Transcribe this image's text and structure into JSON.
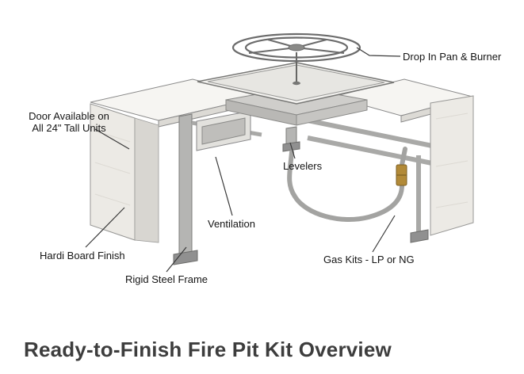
{
  "title": "Ready-to-Finish Fire Pit Kit Overview",
  "callouts": {
    "drop_in_pan": {
      "label": "Drop In Pan & Burner"
    },
    "door": {
      "label": "Door Available on\nAll 24\" Tall Units"
    },
    "levelers": {
      "label": "Levelers"
    },
    "ventilation": {
      "label": "Ventilation"
    },
    "hardi_board": {
      "label": "Hardi Board Finish"
    },
    "steel_frame": {
      "label": "Rigid Steel Frame"
    },
    "gas_kits": {
      "label": "Gas Kits - LP or NG"
    }
  },
  "illustration": {
    "parts": [
      "burner-ring",
      "drop-in-pan",
      "pan-support",
      "left-countertop",
      "right-countertop",
      "hardi-board-panel",
      "steel-frame-post",
      "ventilation-grille",
      "leveler-foot",
      "gas-line",
      "brass-fitting",
      "right-end-panel"
    ]
  },
  "colors": {
    "leader_line": "#3a3a3a",
    "steel": "#b5b5b3",
    "brass_fitting": "#b28a38",
    "panel": "#eceae5",
    "title_text": "#3d3d3d",
    "background": "#ffffff"
  }
}
